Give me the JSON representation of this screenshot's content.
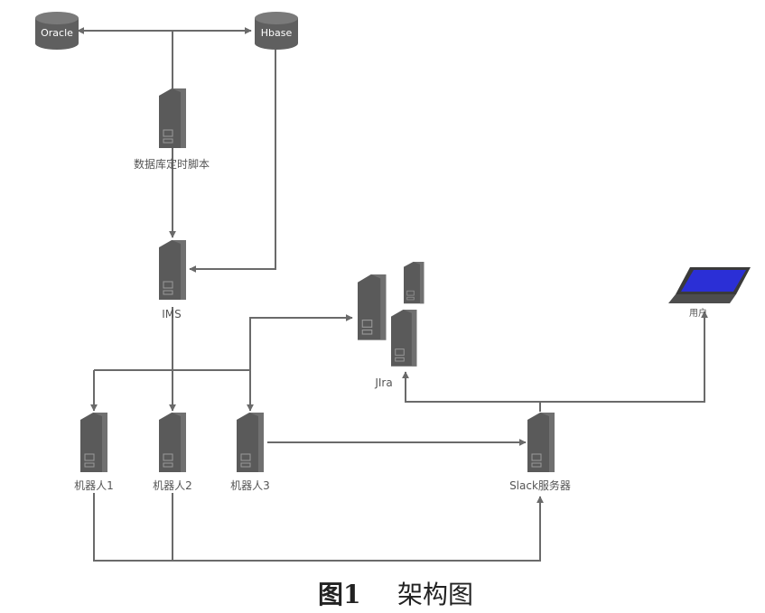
{
  "nodes": {
    "oracle": "Oracle",
    "hbase": "Hbase",
    "db_script": "数据库定时脚本",
    "ims": "IMS",
    "jira": "JIra",
    "client": "用户",
    "robot1": "机器人1",
    "robot2": "机器人2",
    "robot3": "机器人3",
    "slack": "Slack服务器"
  },
  "caption": {
    "figure": "图1",
    "title": "架构图"
  },
  "colors": {
    "line": "#6a6a6a",
    "server": "#595959",
    "database": "#5f5f5f",
    "laptop_screen": "#2b2fd6"
  }
}
